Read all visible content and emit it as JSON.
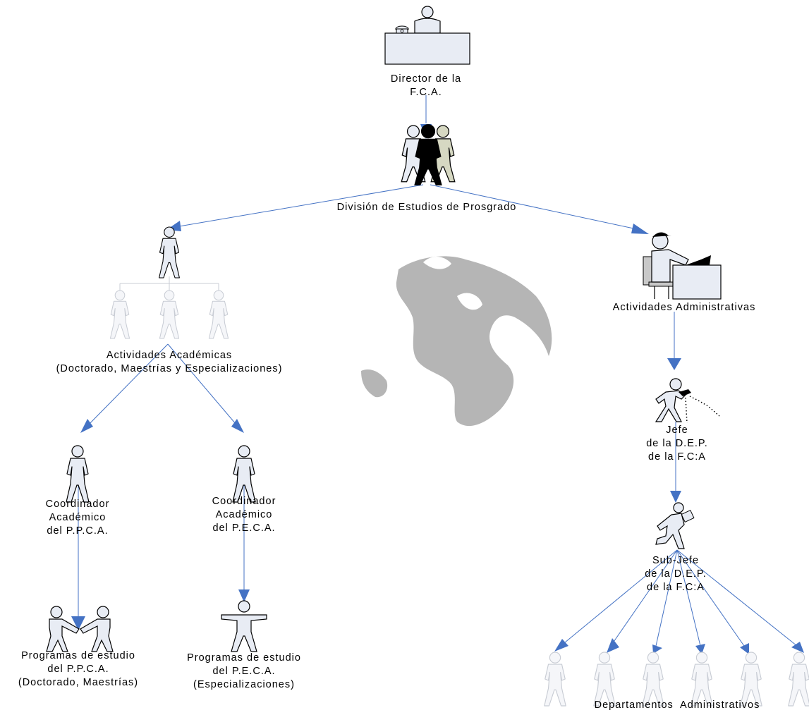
{
  "director": {
    "line1": "Director de la",
    "line2": "F.C.A."
  },
  "division": {
    "label": "División de Estudios de Prosgrado"
  },
  "academic": {
    "line1": "Actividades Académicas",
    "line2": "(Doctorado, Maestrías y Especializaciones)"
  },
  "administrative": {
    "label": "Actividades Administrativas"
  },
  "coord_ppca": {
    "line1": "Coordinador",
    "line2": "Académico",
    "line3": "del P.P.C.A."
  },
  "coord_peca": {
    "line1": "Coordinador",
    "line2": "Académico",
    "line3": "del P.E.C.A."
  },
  "programs_ppca": {
    "line1": "Programas de estudio",
    "line2": "del P.P.C.A.",
    "line3": "(Doctorado, Maestrías)"
  },
  "programs_peca": {
    "line1": "Programas de estudio",
    "line2": "del P.E.C.A.",
    "line3": "(Especializaciones)"
  },
  "jefe": {
    "line1": "Jefe",
    "line2": "de la D.E.P.",
    "line3": "de la F.C:A"
  },
  "subjefe": {
    "line1": "Sub-Jefe",
    "line2": "de la D.E.P.",
    "line3": "de la F.C:A"
  },
  "departments": {
    "label": "Departamentos  Administrativos"
  },
  "colors": {
    "line": "#4472c4",
    "figure_fill": "#e8ecf4",
    "faded_fill": "#f3f5f8",
    "globe": "#b5b5b5"
  },
  "icons": [
    "desk-director-icon",
    "group-people-icon",
    "person-icon",
    "receptionist-computer-icon",
    "phone-person-icon",
    "running-person-icon",
    "handshake-icon",
    "arms-open-person-icon",
    "globe-icon"
  ]
}
